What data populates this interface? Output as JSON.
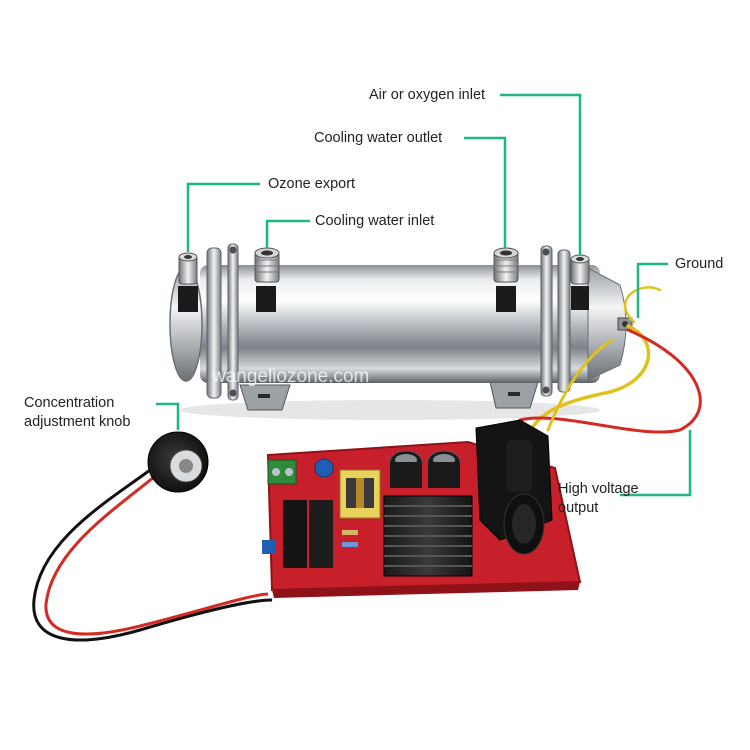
{
  "callouts": {
    "air_inlet": "Air or oxygen inlet",
    "cooling_outlet": "Cooling water outlet",
    "ozone_export": "Ozone export",
    "cooling_inlet": "Cooling water inlet",
    "ground": "Ground",
    "knob_line1": "Concentration",
    "knob_line2": "adjustment knob",
    "hv_line1": "High voltage",
    "hv_line2": "output"
  },
  "watermark": "wangeliozone.com",
  "colors": {
    "leader_line": "#1fb585",
    "board_red": "#c8202a",
    "steel": "#cfd3d6"
  }
}
